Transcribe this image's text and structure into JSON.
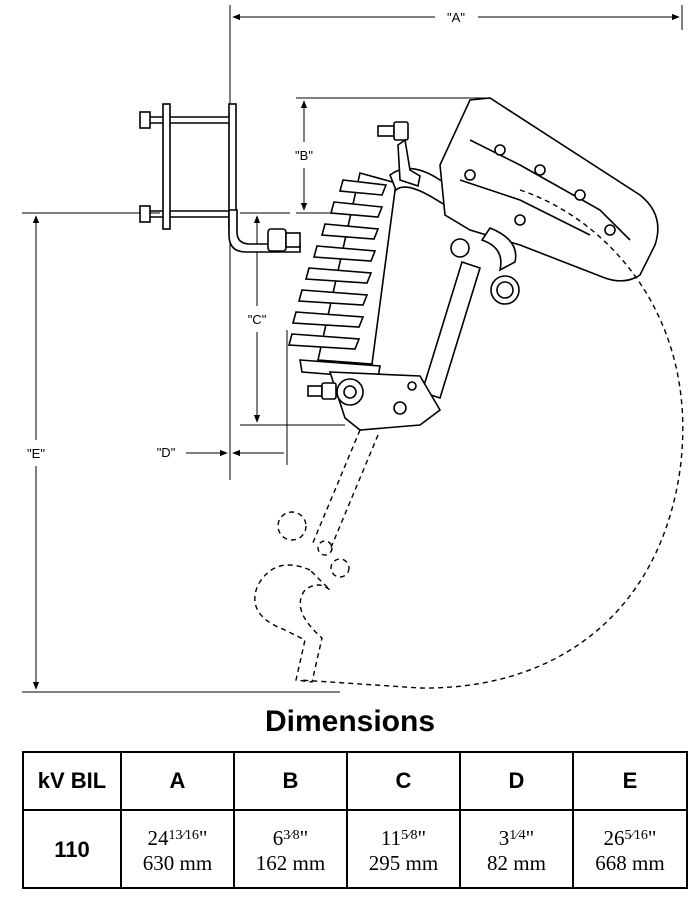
{
  "drawing": {
    "labels": {
      "A": "\"A\"",
      "B": "\"B\"",
      "C": "\"C\"",
      "D": "\"D\"",
      "E": "\"E\""
    }
  },
  "title": "Dimensions",
  "table": {
    "headers": [
      "kV BIL",
      "A",
      "B",
      "C",
      "D",
      "E"
    ],
    "row": {
      "kv_bil": "110",
      "cells": [
        {
          "inch_whole": "24",
          "inch_frac": "13⁄16",
          "inch_mark": "\"",
          "mm": "630 mm"
        },
        {
          "inch_whole": "6",
          "inch_frac": "3⁄8",
          "inch_mark": "\"",
          "mm": "162 mm"
        },
        {
          "inch_whole": "11",
          "inch_frac": "5⁄8",
          "inch_mark": "\"",
          "mm": "295 mm"
        },
        {
          "inch_whole": "3",
          "inch_frac": "1⁄4",
          "inch_mark": "\"",
          "mm": "82 mm"
        },
        {
          "inch_whole": "26",
          "inch_frac": "5⁄16",
          "inch_mark": "\"",
          "mm": "668 mm"
        }
      ]
    }
  }
}
